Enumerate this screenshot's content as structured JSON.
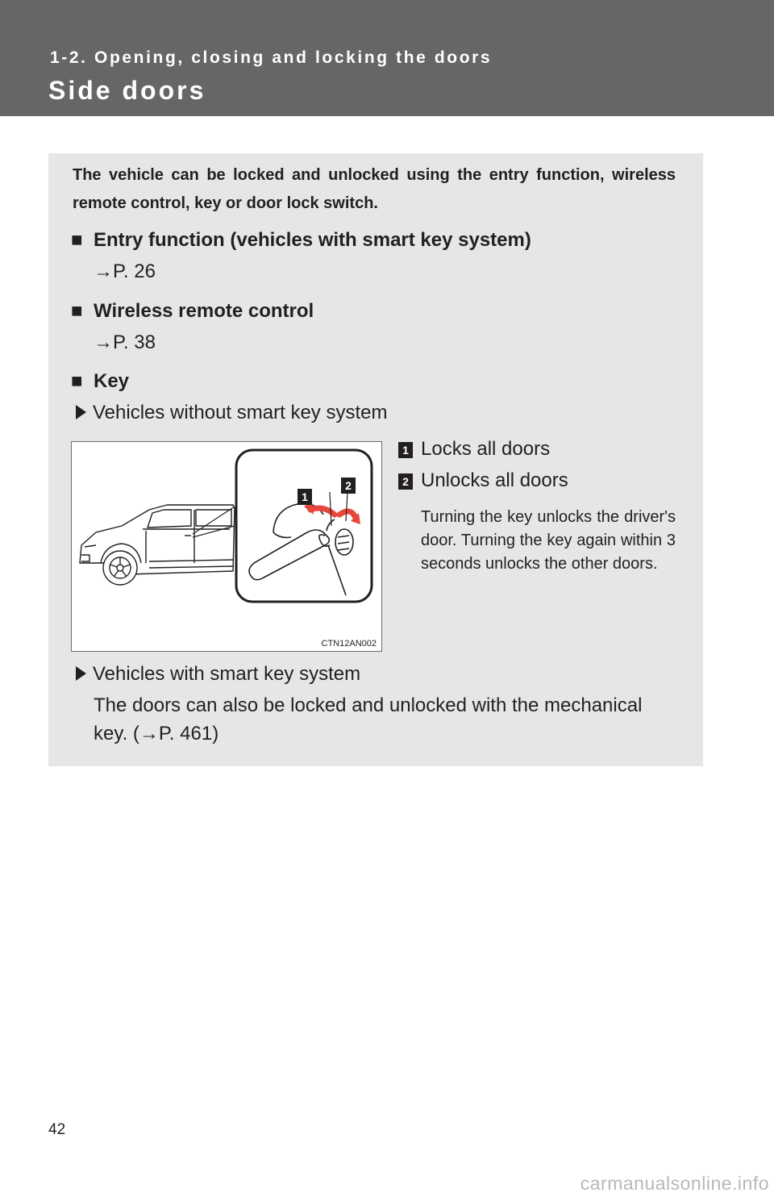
{
  "header": {
    "section_label": "1-2. Opening, closing and locking the doors",
    "title": "Side doors"
  },
  "intro": "The vehicle can be locked and unlocked using the entry function, wireless remote control, key or door lock switch.",
  "sections": {
    "entry": {
      "heading": "Entry function (vehicles with smart key system)",
      "ref": "→P. 26"
    },
    "remote": {
      "heading": "Wireless remote control",
      "ref": "→P. 38"
    },
    "key": {
      "heading": "Key"
    }
  },
  "without_smart_key": {
    "label": "Vehicles without smart key system",
    "figure_code": "CTN12AN002",
    "callouts": [
      {
        "number": "1",
        "text": "Locks all doors"
      },
      {
        "number": "2",
        "text": "Unlocks all doors"
      }
    ],
    "note": "Turning the key unlocks the driver's door. Turning the key again within 3 seconds unlocks the other doors."
  },
  "with_smart_key": {
    "label": "Vehicles with smart key system",
    "text": "The doors can also be locked and unlocked with the mechanical key. (→P. 461)"
  },
  "page_number": "42",
  "watermark": "carmanualsonline.info",
  "colors": {
    "header_bg": "#666666",
    "panel_bg": "#e6e6e6",
    "arrow_red": "#e8453c"
  },
  "icons": {
    "bullet_square": "black-square-icon",
    "bullet_arrow": "triangle-right-icon"
  }
}
